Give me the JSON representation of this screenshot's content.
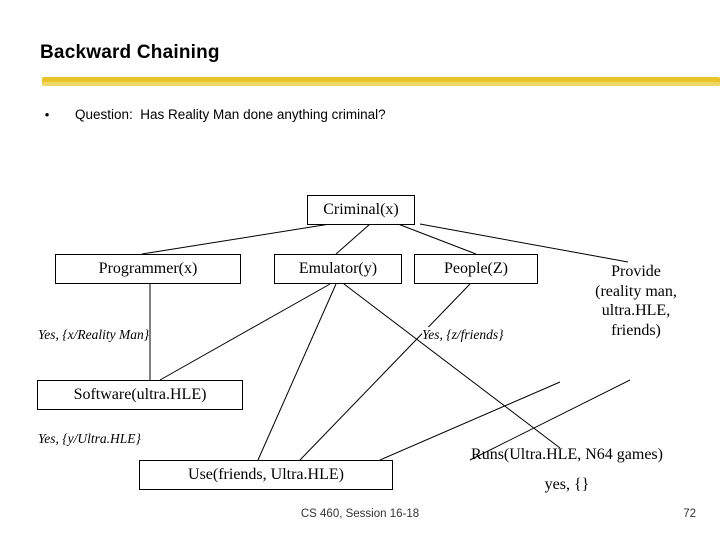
{
  "slide": {
    "title": "Backward Chaining",
    "bullet": {
      "marker": "•",
      "text": "Question:  Has Reality Man done anything criminal?"
    },
    "footer": "CS 460, Session 16-18",
    "page_number": "72",
    "accent_color": "#e8c01c"
  },
  "graph": {
    "nodes": [
      {
        "id": "criminal",
        "label": "Criminal(x)"
      },
      {
        "id": "programmer",
        "label": "Programmer(x)"
      },
      {
        "id": "emulator",
        "label": "Emulator(y)"
      },
      {
        "id": "people",
        "label": "People(Z)"
      },
      {
        "id": "software",
        "label": "Software(ultra.HLE)"
      },
      {
        "id": "use",
        "label": "Use(friends, Ultra.HLE)"
      }
    ],
    "plain_nodes": [
      {
        "id": "provide",
        "label": "Provide\n(reality man,\nultra.HLE,\nfriends)"
      },
      {
        "id": "runs",
        "label": "Runs(Ultra.HLE, N64 games)"
      }
    ],
    "bindings": [
      {
        "id": "b-programmer",
        "label": "Yes, {x/Reality Man}"
      },
      {
        "id": "b-people",
        "label": "Yes, {z/friends}"
      },
      {
        "id": "b-software",
        "label": "Yes, {y/Ultra.HLE}"
      },
      {
        "id": "b-runs",
        "label": "yes, {}"
      }
    ]
  }
}
